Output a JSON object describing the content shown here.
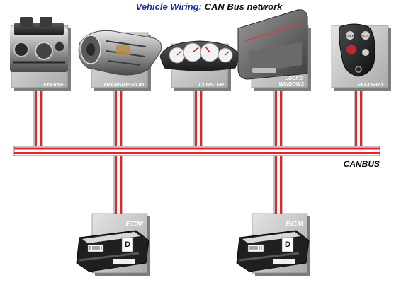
{
  "title": {
    "prefix": "Vehicle Wiring:",
    "main": "CAN Bus network"
  },
  "bus_label": "CANBUS",
  "nodes": [
    {
      "label": "ENGINE",
      "icon": "engine-icon"
    },
    {
      "label": "TRANSMISSION",
      "icon": "transmission-icon"
    },
    {
      "label": "CLUSTER",
      "icon": "cluster-icon"
    },
    {
      "label": "LOCKS WINDOWS",
      "icon": "door-panel-icon"
    },
    {
      "label": "SECURITY",
      "icon": "key-fob-icon"
    }
  ],
  "controllers": [
    {
      "label": "ECM",
      "icon": "ecm-module-icon",
      "badge": "D"
    },
    {
      "label": "BCM",
      "icon": "bcm-module-icon",
      "badge": "D"
    }
  ],
  "colors": {
    "wire_red": "#e8232a",
    "wire_white": "#ffffff",
    "wire_outline": "#666666",
    "box_shadow": "#8f8f8f",
    "box_fill": "#cfcfcf",
    "title_blue": "#1f2f9c"
  }
}
